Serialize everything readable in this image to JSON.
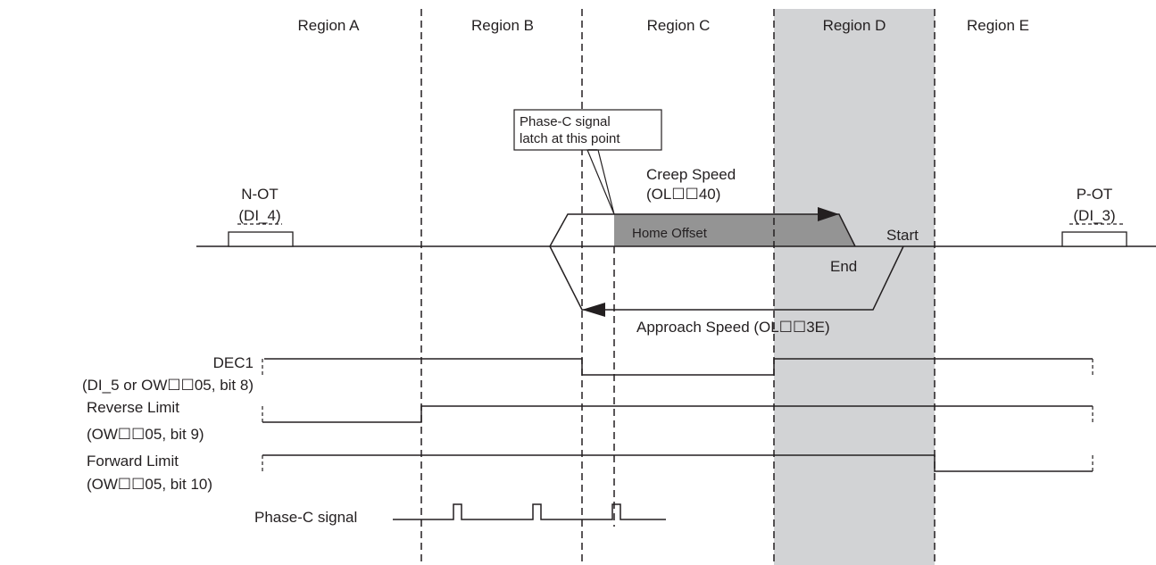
{
  "regions": {
    "a": "Region A",
    "b": "Region B",
    "c": "Region C",
    "d": "Region D",
    "e": "Region E"
  },
  "callout": {
    "line1": "Phase-C signal",
    "line2": "latch at this point"
  },
  "creep_speed": {
    "line1": "Creep Speed",
    "line2": "(OL☐☐40)"
  },
  "home_offset": "Home Offset",
  "approach_speed": "Approach Speed (OL☐☐3E)",
  "n_ot": {
    "line1": "N-OT",
    "line2": "(DI_4)"
  },
  "p_ot": {
    "line1": "P-OT",
    "line2": "(DI_3)"
  },
  "start_label": "Start",
  "end_label": "End",
  "signals": {
    "dec1": {
      "line1": "DEC1",
      "line2": "(DI_5 or OW☐☐05, bit 8)"
    },
    "reverse_limit": {
      "line1": "Reverse Limit",
      "line2": "(OW☐☐05, bit 9)"
    },
    "forward_limit": {
      "line1": "Forward Limit",
      "line2": "(OW☐☐05, bit 10)"
    },
    "phase_c": "Phase-C signal"
  },
  "colors": {
    "line": "#231f20",
    "region_d_shade": "#d2d3d5",
    "home_offset_fill": "#949494"
  }
}
